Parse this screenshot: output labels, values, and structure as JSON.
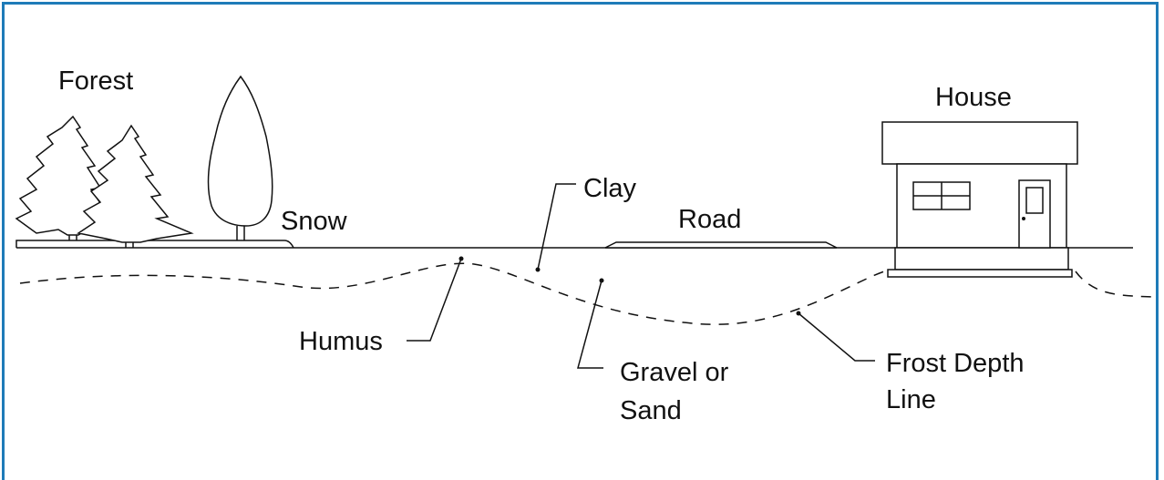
{
  "labels": {
    "forest": "Forest",
    "snow": "Snow",
    "clay": "Clay",
    "road": "Road",
    "house": "House",
    "humus": "Humus",
    "gravel_line1": "Gravel or",
    "gravel_line2": "Sand",
    "frost_line1": "Frost Depth",
    "frost_line2": "Line"
  },
  "colors": {
    "frame_border": "#1e7bb8",
    "ink": "#111111"
  }
}
